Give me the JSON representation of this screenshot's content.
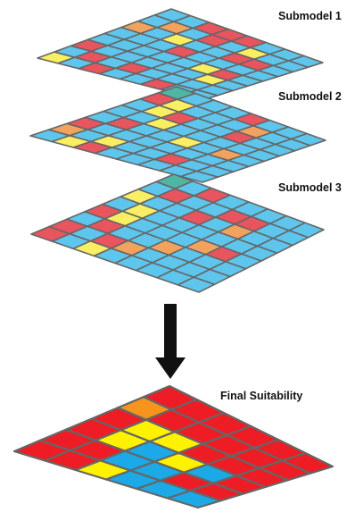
{
  "diagram": {
    "labels": {
      "submodel_1": "Submodel 1",
      "submodel_2": "Submodel 2",
      "submodel_3": "Submodel 3",
      "final": "Final Suitability"
    },
    "colors": {
      "red": "#e8555e",
      "blue": "#5ec5ec",
      "yellow": "#f9ef62",
      "orange": "#f1a35e",
      "teal": "#4fb6a3",
      "final_red": "#ee1c25",
      "final_blue": "#1ba9e8",
      "final_yellow": "#fff200",
      "final_orange": "#f7941d",
      "grid_line": "#666666",
      "arrow": "#111111"
    },
    "layers": [
      {
        "id": "submodel-1",
        "label_key": "submodel_1",
        "cells": [
          [
            "B",
            "B",
            "R",
            "R",
            "R",
            "B",
            "B",
            "B"
          ],
          [
            "B",
            "O",
            "B",
            "R",
            "B",
            "Y",
            "B",
            "B"
          ],
          [
            "O",
            "B",
            "Y",
            "B",
            "B",
            "R",
            "R",
            "B"
          ],
          [
            "B",
            "B",
            "B",
            "R",
            "B",
            "B",
            "B",
            "B"
          ],
          [
            "B",
            "B",
            "B",
            "B",
            "B",
            "Y",
            "R",
            "B"
          ],
          [
            "R",
            "B",
            "B",
            "B",
            "B",
            "B",
            "Y",
            "B"
          ],
          [
            "B",
            "R",
            "B",
            "R",
            "B",
            "B",
            "B",
            "B"
          ],
          [
            "Y",
            "B",
            "R",
            "B",
            "B",
            "R",
            "B",
            "B"
          ]
        ]
      },
      {
        "id": "submodel-2",
        "label_key": "submodel_2",
        "cells": [
          [
            "T",
            "B",
            "B",
            "B",
            "R",
            "B",
            "B",
            "B"
          ],
          [
            "R",
            "Y",
            "B",
            "B",
            "B",
            "O",
            "B",
            "B"
          ],
          [
            "B",
            "Y",
            "R",
            "B",
            "B",
            "R",
            "B",
            "B"
          ],
          [
            "B",
            "B",
            "Y",
            "B",
            "B",
            "B",
            "B",
            "B"
          ],
          [
            "B",
            "R",
            "B",
            "B",
            "Y",
            "B",
            "O",
            "B"
          ],
          [
            "R",
            "B",
            "B",
            "B",
            "B",
            "B",
            "B",
            "B"
          ],
          [
            "O",
            "B",
            "Y",
            "B",
            "B",
            "R",
            "B",
            "B"
          ],
          [
            "B",
            "Y",
            "R",
            "B",
            "B",
            "B",
            "B",
            "B"
          ]
        ]
      },
      {
        "id": "submodel-3",
        "label_key": "submodel_3",
        "cells": [
          [
            "T",
            "B",
            "R",
            "B",
            "B",
            "B",
            "B",
            "B"
          ],
          [
            "B",
            "R",
            "B",
            "B",
            "R",
            "R",
            "B",
            "B"
          ],
          [
            "Y",
            "B",
            "B",
            "R",
            "B",
            "O",
            "B",
            "B"
          ],
          [
            "B",
            "Y",
            "B",
            "B",
            "B",
            "B",
            "B",
            "B"
          ],
          [
            "R",
            "Y",
            "B",
            "B",
            "B",
            "O",
            "R",
            "B"
          ],
          [
            "B",
            "R",
            "B",
            "B",
            "O",
            "B",
            "B",
            "B"
          ],
          [
            "R",
            "B",
            "R",
            "O",
            "B",
            "B",
            "B",
            "B"
          ],
          [
            "R",
            "B",
            "Y",
            "B",
            "B",
            "B",
            "B",
            "B"
          ]
        ]
      },
      {
        "id": "final-suitability",
        "label_key": "final",
        "cells": [
          [
            "R",
            "R",
            "R",
            "R",
            "R",
            "R"
          ],
          [
            "O",
            "R",
            "R",
            "R",
            "R",
            "R"
          ],
          [
            "R",
            "Y",
            "Y",
            "R",
            "R",
            "R"
          ],
          [
            "R",
            "Y",
            "B",
            "Y",
            "B",
            "R"
          ],
          [
            "R",
            "R",
            "B",
            "B",
            "R",
            "R"
          ],
          [
            "R",
            "R",
            "Y",
            "B",
            "B",
            "B"
          ]
        ]
      }
    ]
  }
}
